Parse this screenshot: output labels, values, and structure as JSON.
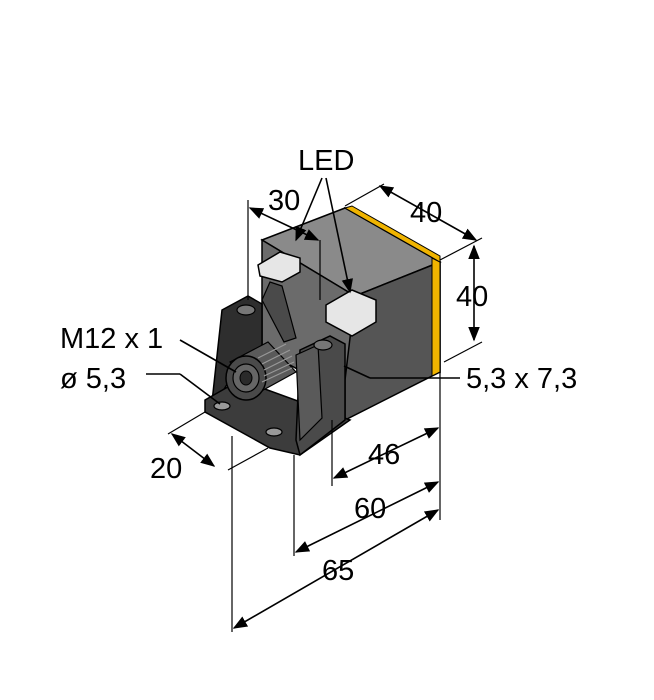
{
  "labels": {
    "led": "LED",
    "dim_30": "30",
    "dim_40_top": "40",
    "dim_40_side": "40",
    "thread": "M12 x 1",
    "hole_diameter": "ø 5,3",
    "slot": "5,3 x 7,3",
    "dim_20": "20",
    "dim_46": "46",
    "dim_60": "60",
    "dim_65": "65"
  },
  "colors": {
    "body_dark": "#3a3a3a",
    "body_mid": "#6b6b6b",
    "body_light": "#8e8e8e",
    "face_stripe": "#f0b400",
    "led_window": "#e6e6e6"
  }
}
